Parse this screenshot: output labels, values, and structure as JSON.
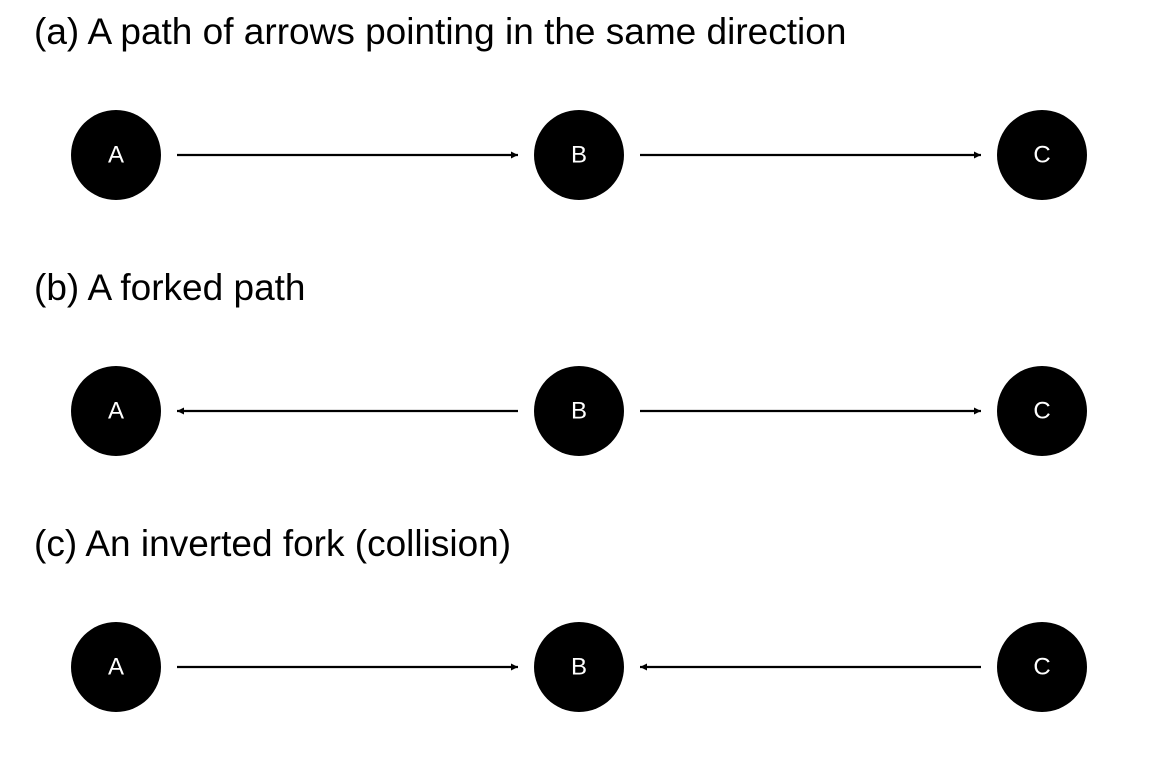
{
  "colors": {
    "node_fill": "#000000",
    "node_text": "#ffffff",
    "edge": "#000000",
    "background": "#ffffff"
  },
  "panels": [
    {
      "title": "(a) A path of arrows pointing in the same direction",
      "nodes": [
        "A",
        "B",
        "C"
      ],
      "edges": [
        {
          "from": "A",
          "to": "B"
        },
        {
          "from": "B",
          "to": "C"
        }
      ]
    },
    {
      "title": "(b) A forked path",
      "nodes": [
        "A",
        "B",
        "C"
      ],
      "edges": [
        {
          "from": "B",
          "to": "A"
        },
        {
          "from": "B",
          "to": "C"
        }
      ]
    },
    {
      "title": "(c) An inverted fork (collision)",
      "nodes": [
        "A",
        "B",
        "C"
      ],
      "edges": [
        {
          "from": "A",
          "to": "B"
        },
        {
          "from": "C",
          "to": "B"
        }
      ]
    }
  ]
}
